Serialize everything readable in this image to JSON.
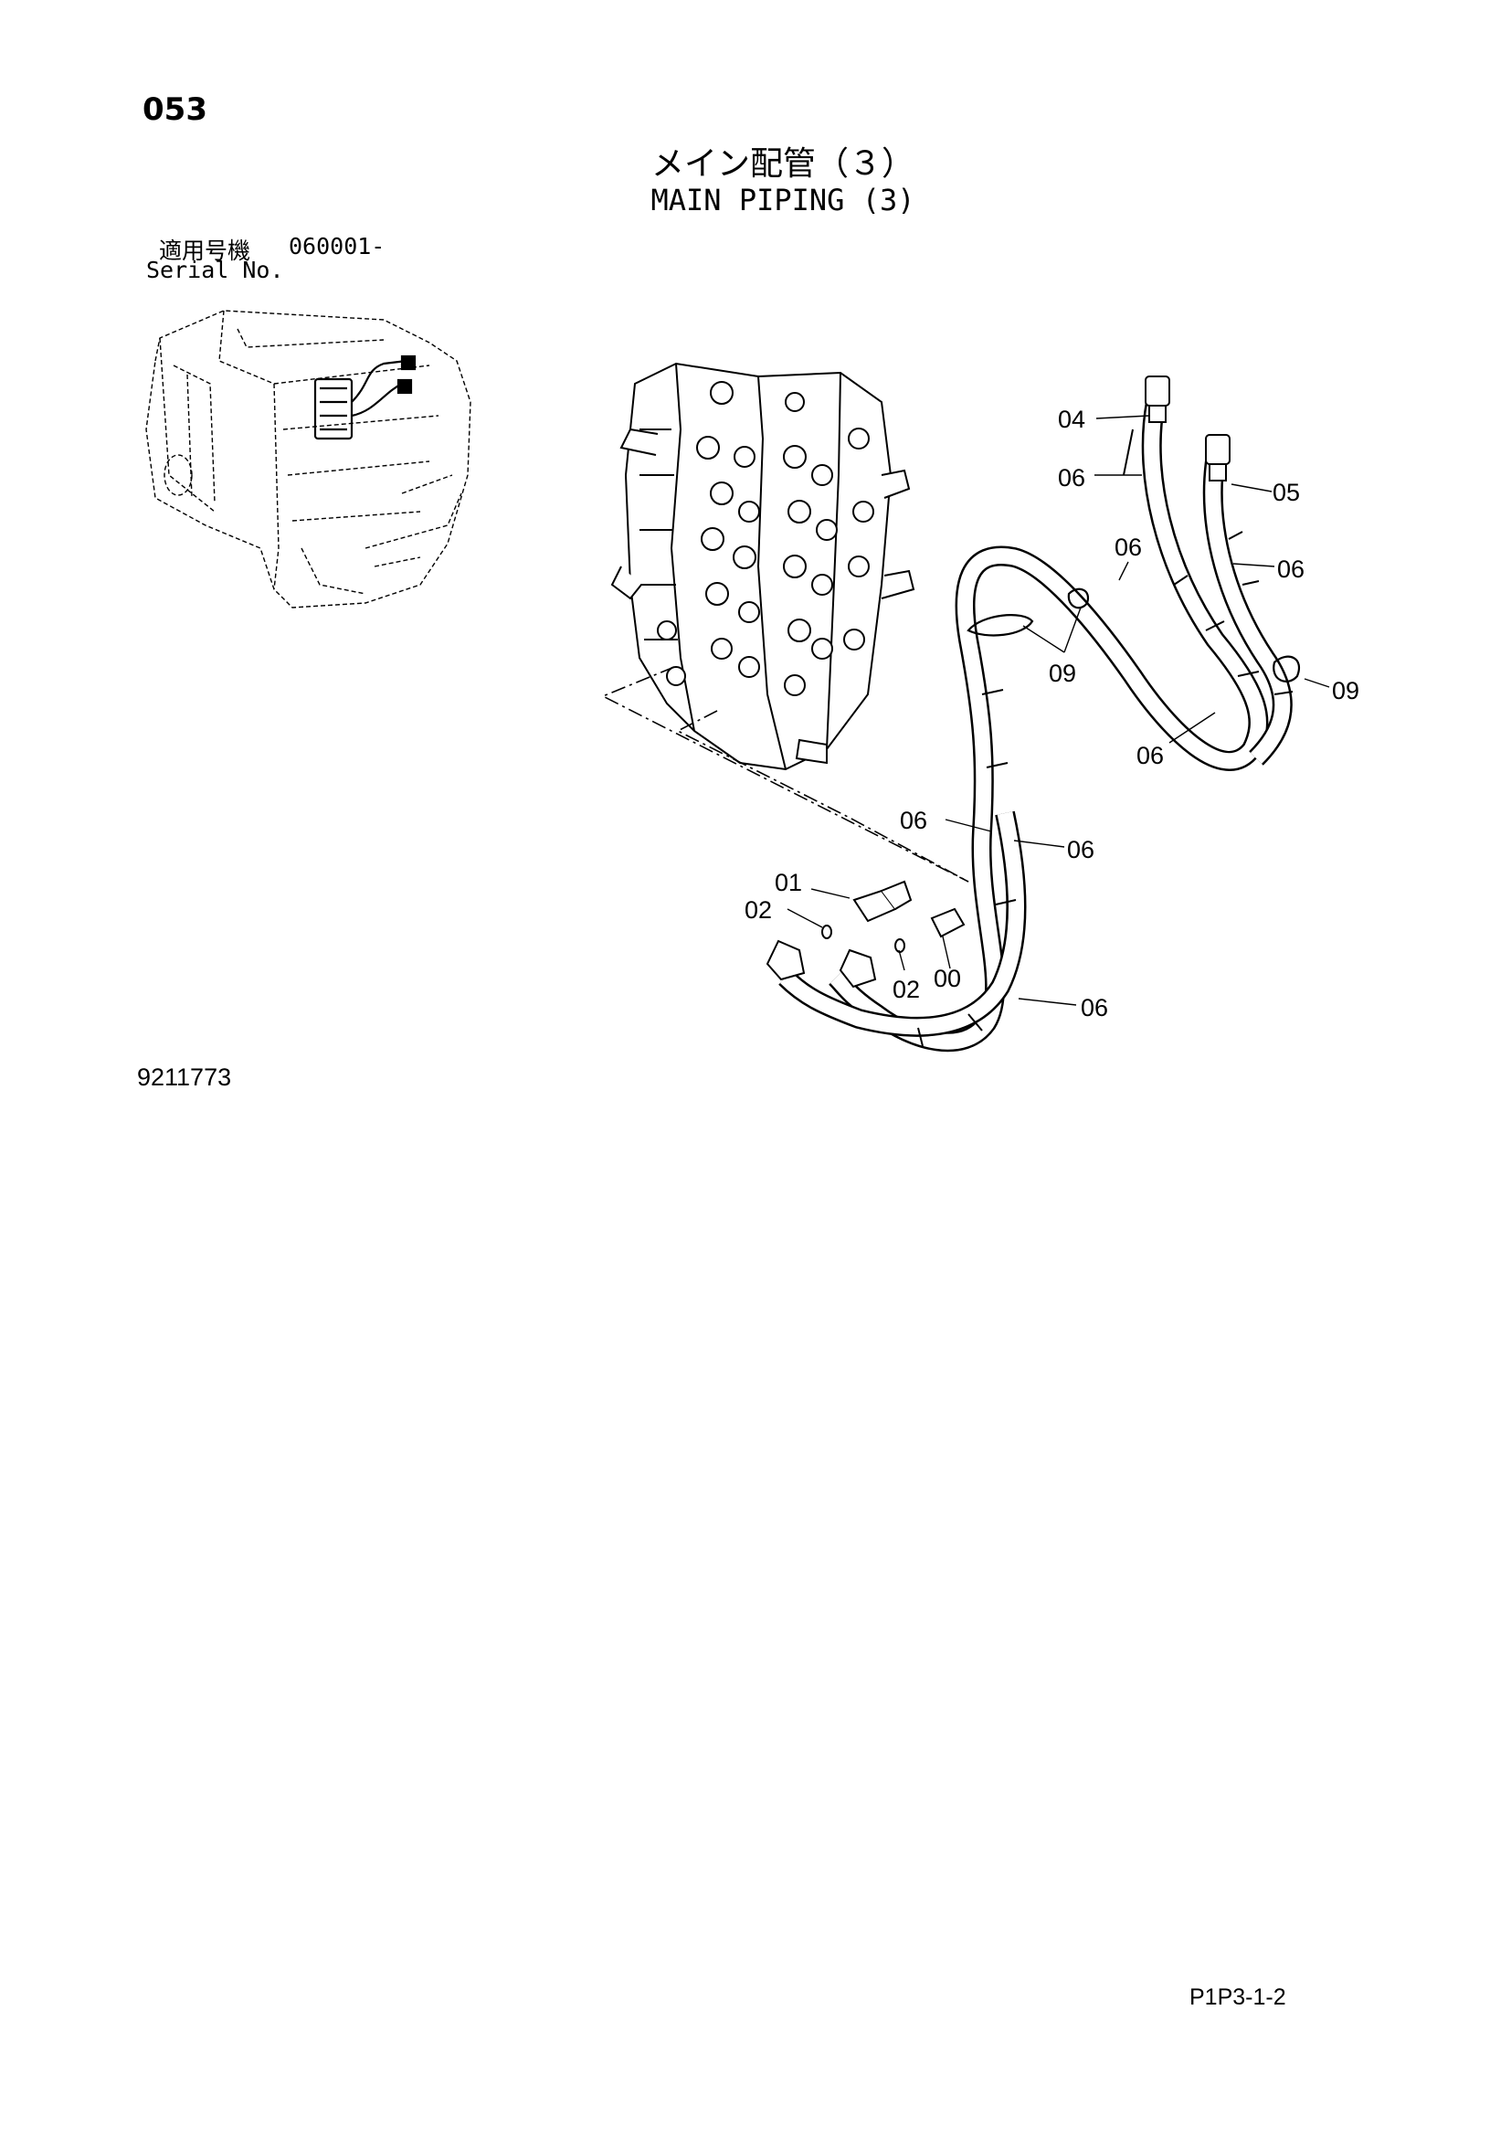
{
  "header": {
    "page_number": "053",
    "title_jp": "メイン配管（３）",
    "title_en": "MAIN PIPING (3)"
  },
  "serial": {
    "label_jp": "適用号機",
    "value": "060001-",
    "label_en": "Serial No."
  },
  "callouts": {
    "c04": "04",
    "c06_a": "06",
    "c05": "05",
    "c06_b": "06",
    "c06_c": "06",
    "c09_a": "09",
    "c09_b": "09",
    "c06_d": "06",
    "c06_e": "06",
    "c06_f": "06",
    "c01": "01",
    "c02_a": "02",
    "c02_b": "02",
    "c00": "00",
    "c06_g": "06"
  },
  "figure_number": "9211773",
  "footer_code": "P1P3-1-2",
  "colors": {
    "line": "#000000",
    "background": "#ffffff"
  }
}
